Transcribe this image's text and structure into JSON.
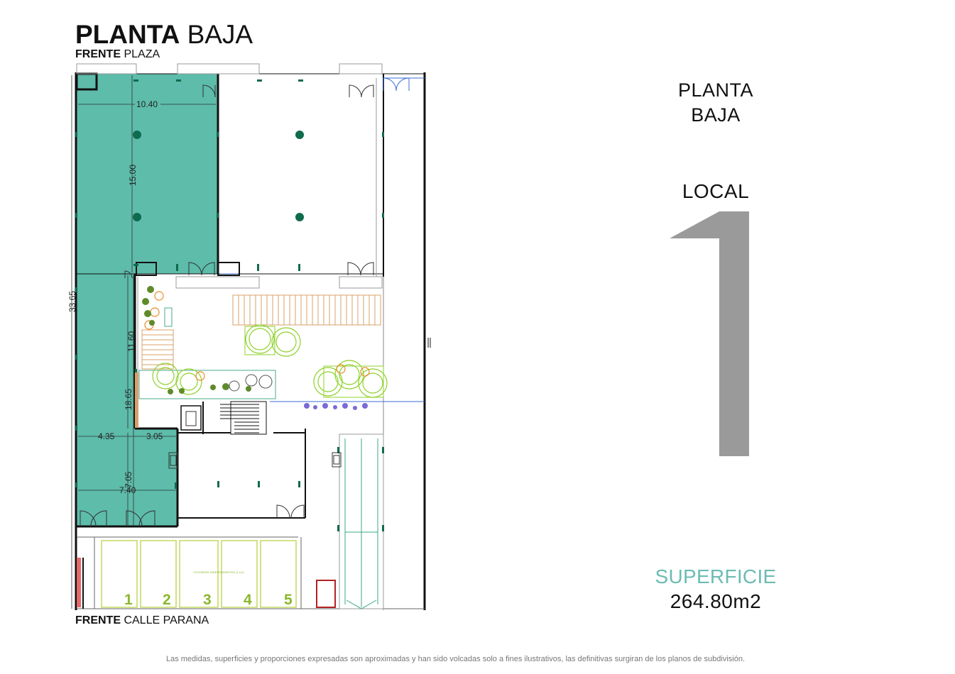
{
  "header": {
    "title_bold": "PLANTA",
    "title_regular": "BAJA",
    "top_front_bold": "FRENTE",
    "top_front_regular": "PLAZA",
    "bottom_front_bold": "FRENTE",
    "bottom_front_regular": "CALLE PARANA"
  },
  "side": {
    "level_line1": "PLANTA",
    "level_line2": "BAJA",
    "unit_label": "LOCAL",
    "unit_number": "1",
    "surface_label": "SUPERFICIE",
    "surface_value": "264.80m2"
  },
  "dimensions": {
    "front_width": "10.40",
    "upper_depth": "15.00",
    "total_depth": "33.65",
    "mid_depth": "11.60",
    "lower_depth": "18.65",
    "lower_left_width": "4.35",
    "lower_right_width": "3.05",
    "rear_depth": "7.05",
    "rear_width": "7.40"
  },
  "parking": {
    "slots": [
      "1",
      "2",
      "3",
      "4",
      "5"
    ],
    "note": "COCHERAS INDEPENDIENTES (1 a 5)"
  },
  "colors": {
    "local_fill": "#5dbcaa",
    "accent_teal": "#6cbcb3",
    "column_green": "#0f6b4e",
    "number_gray": "#9a9a9a",
    "parking_line": "#b5cf3a",
    "slot_number": "#8ab82a",
    "tree_green": "#8ed12a",
    "deck_orange": "#d8a06a"
  },
  "footer": {
    "disclaimer": "Las medidas, superficies y proporciones expresadas son aproximadas y han sido volcadas solo a fines ilustrativos, las definitivas surgiran de los planos de subdivisión."
  }
}
